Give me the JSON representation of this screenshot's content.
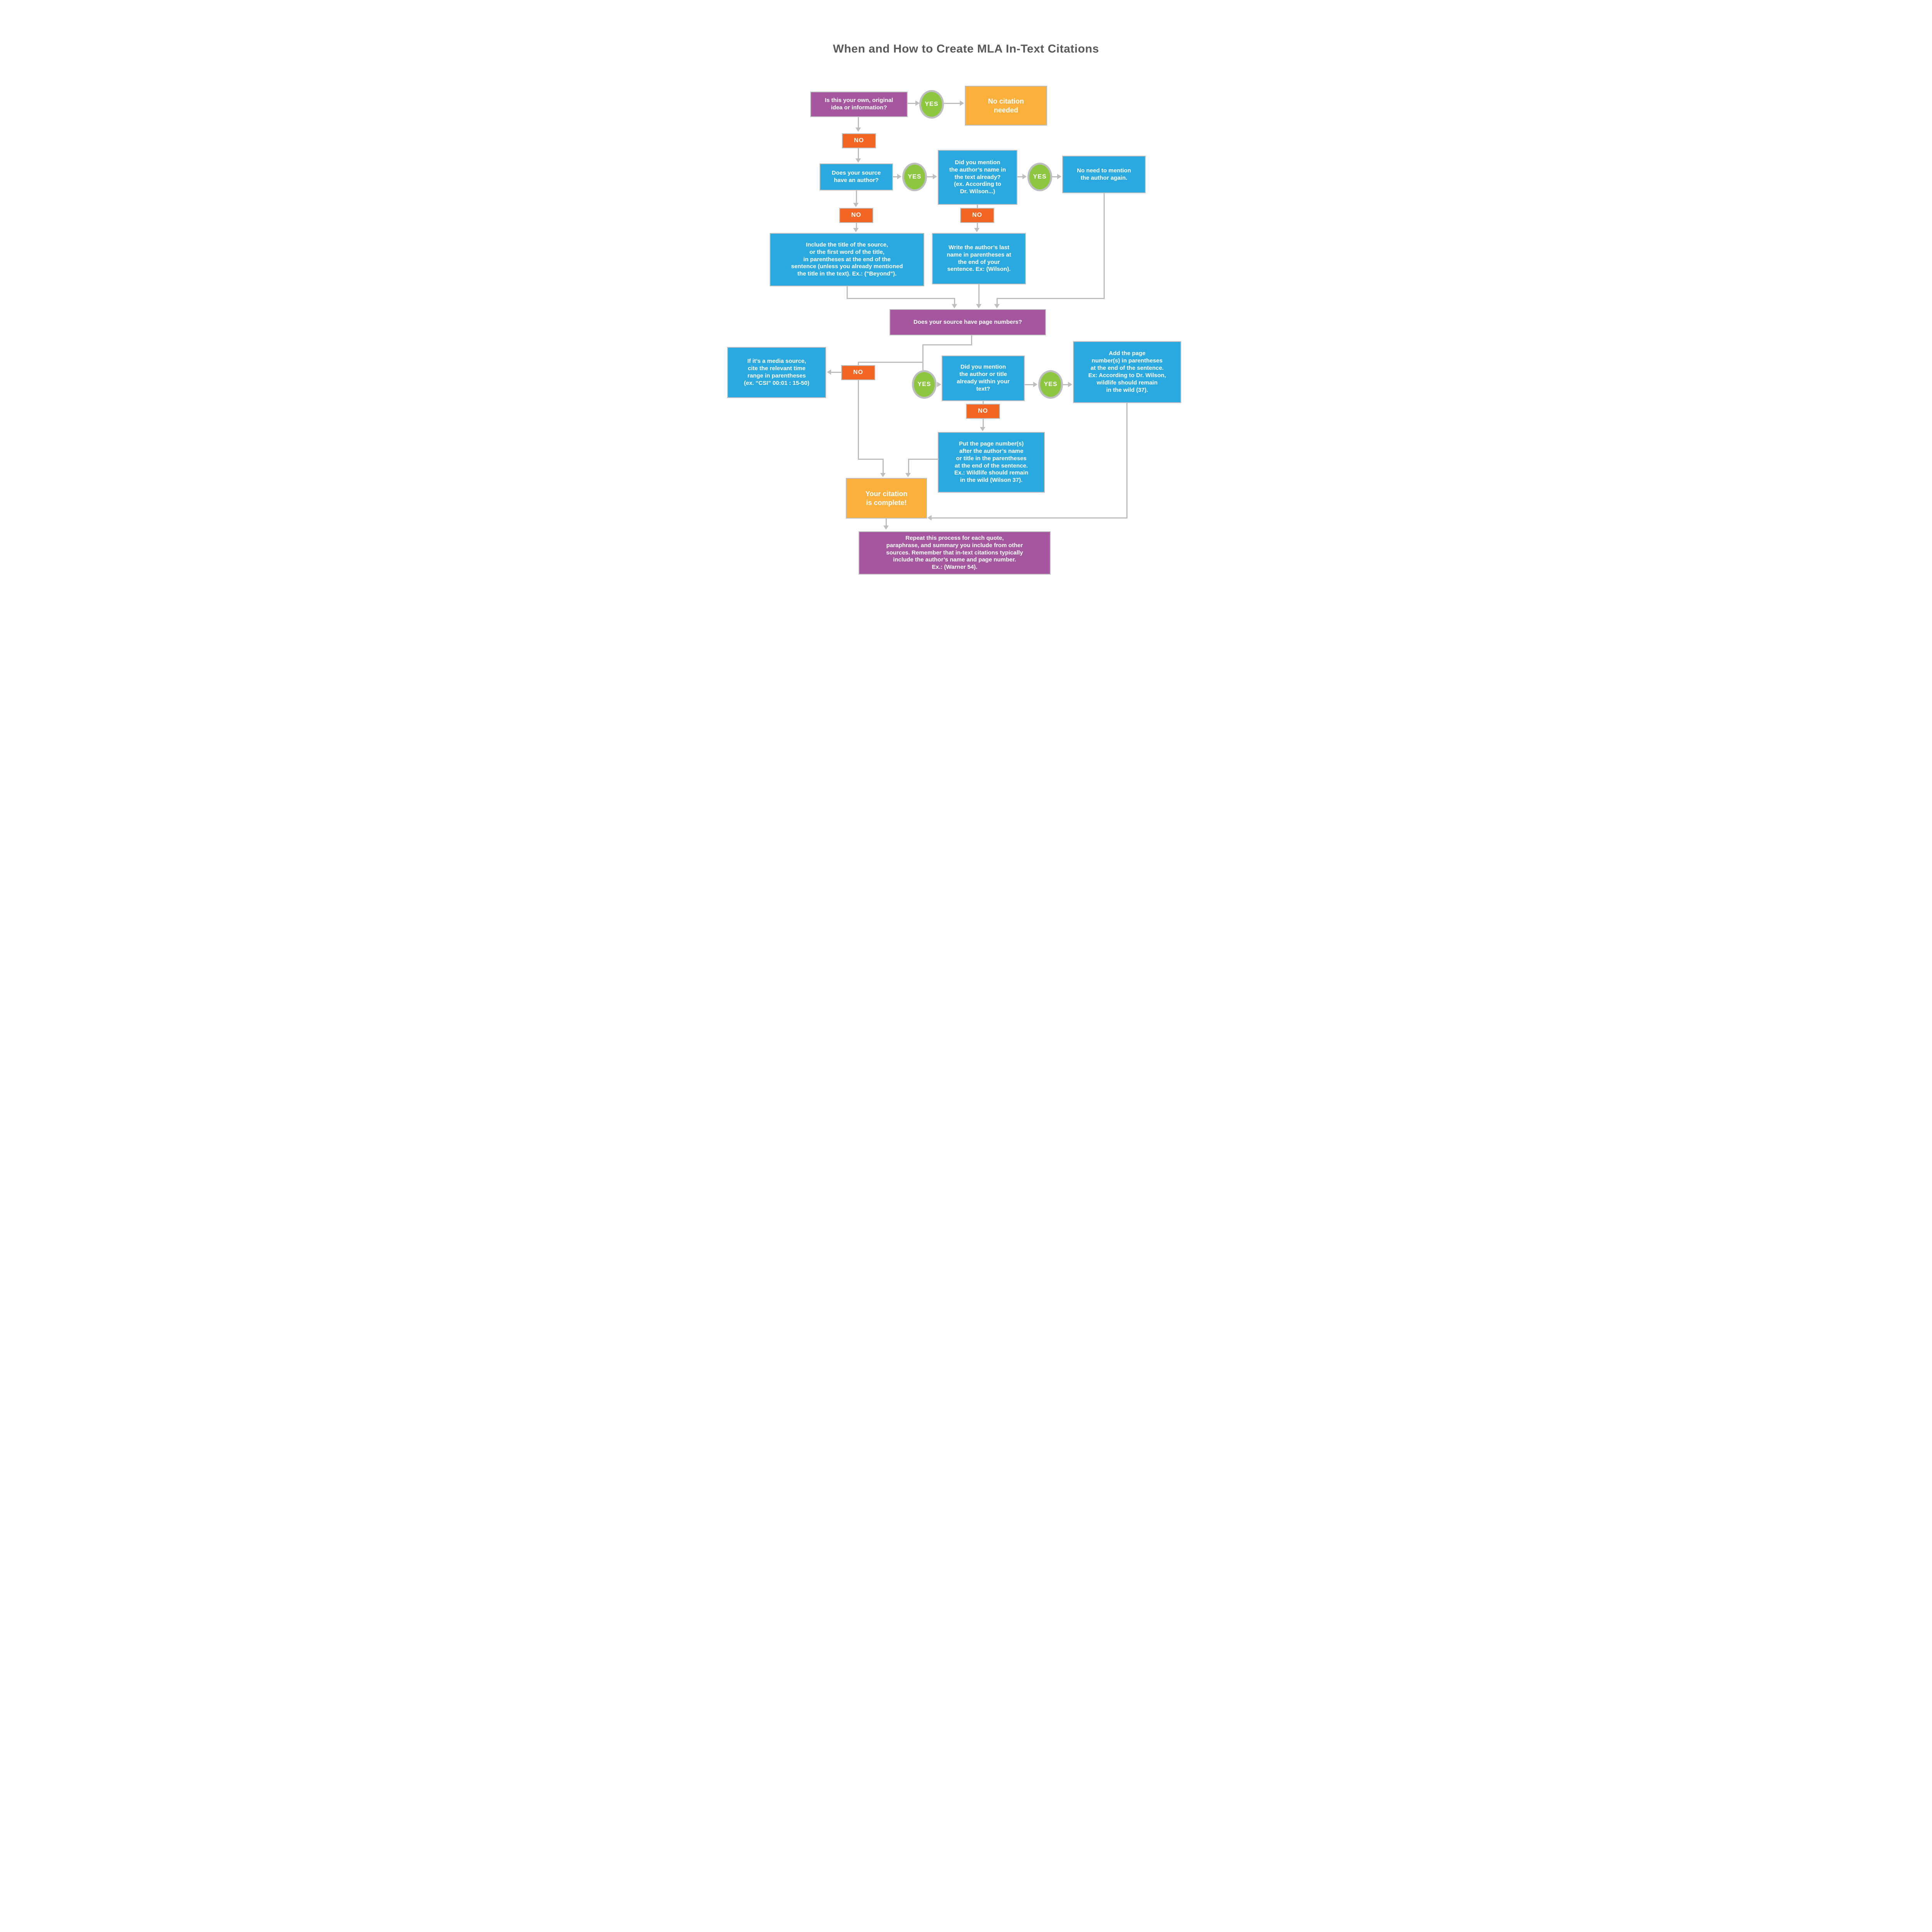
{
  "title": "When and How to Create MLA In-Text Citations",
  "labels": {
    "yes": "YES",
    "no": "NO"
  },
  "colors": {
    "purple": "#a4579e",
    "blue": "#29a9e0",
    "green": "#8dc63f",
    "orange": "#f26522",
    "yellow": "#fbb03b",
    "connector_gray": "#bcbec0",
    "title_text": "#58595b"
  },
  "nodes": {
    "question_original_idea": "Is this your own, original\nidea or information?",
    "no_citation_needed": "No citation\nneeded",
    "question_has_author": "Does your source\nhave an author?",
    "question_author_mentioned": "Did you mention\nthe author’s name in\nthe text already?\n(ex. According to\nDr. Wilson...)",
    "no_need_mention_again": "No need to mention\nthe author again.",
    "include_title_instruction": "Include the title of the source,\nor the first word of the title,\nin parentheses at the end of the\nsentence (unless you already mentioned\nthe title in the text). Ex.: (\"Beyond\").",
    "write_last_name_instruction": "Write the author’s last\nname in parentheses at\nthe end of your\nsentence. Ex: (Wilson).",
    "question_page_numbers": "Does your source have page numbers?",
    "media_source_instruction": "If it’s a media source,\ncite the relevant time\nrange in parentheses\n(ex. “CSI” 00:01 : 15-50)",
    "question_author_or_title_mentioned": "Did you mention\nthe author or title\nalready within your\ntext?",
    "add_page_numbers_instruction": "Add the page\nnumber(s) in parentheses\nat the end of the sentence.\nEx: According to Dr. Wilson,\nwildlife should remain\nin the wild (37).",
    "put_page_numbers_instruction": "Put the page number(s)\nafter the author’s name\nor title in the parentheses\nat the end of the sentence.\nEx.: Wildlife should remain\nin the wild (Wilson 37).",
    "citation_complete": "Your citation\nis complete!",
    "repeat_process_note": "Repeat this process for each quote,\nparaphrase, and summary you include from other\nsources. Remember that in-text citations typically\ninclude the author’s name and page number.\nEx.: (Warner 54)."
  }
}
